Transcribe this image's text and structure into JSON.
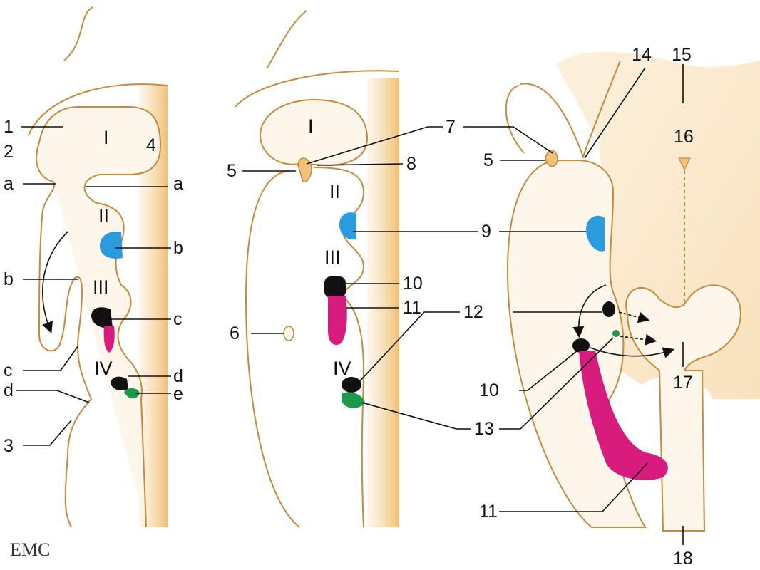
{
  "colors": {
    "outline": "#c8893a",
    "tissue": "#f0c070",
    "thymus_primordium_blue": "#2b9be0",
    "ultimobranchial_magenta": "#d81c7e",
    "parathyroid_black": "#111111",
    "green": "#1a9a4a"
  },
  "logo": "EMC",
  "panel_left": {
    "roman": [
      "I",
      "II",
      "III",
      "IV"
    ],
    "labels": [
      "1",
      "2",
      "3",
      "4",
      "a",
      "a",
      "b",
      "b",
      "c",
      "c",
      "d",
      "d",
      "e"
    ]
  },
  "panel_middle": {
    "roman": [
      "I",
      "II",
      "III",
      "IV"
    ],
    "labels": [
      "5",
      "6",
      "7",
      "8",
      "9",
      "10",
      "11",
      "12",
      "13"
    ]
  },
  "panel_right": {
    "labels": [
      "5",
      "10",
      "11",
      "14",
      "15",
      "16",
      "17",
      "18"
    ]
  }
}
